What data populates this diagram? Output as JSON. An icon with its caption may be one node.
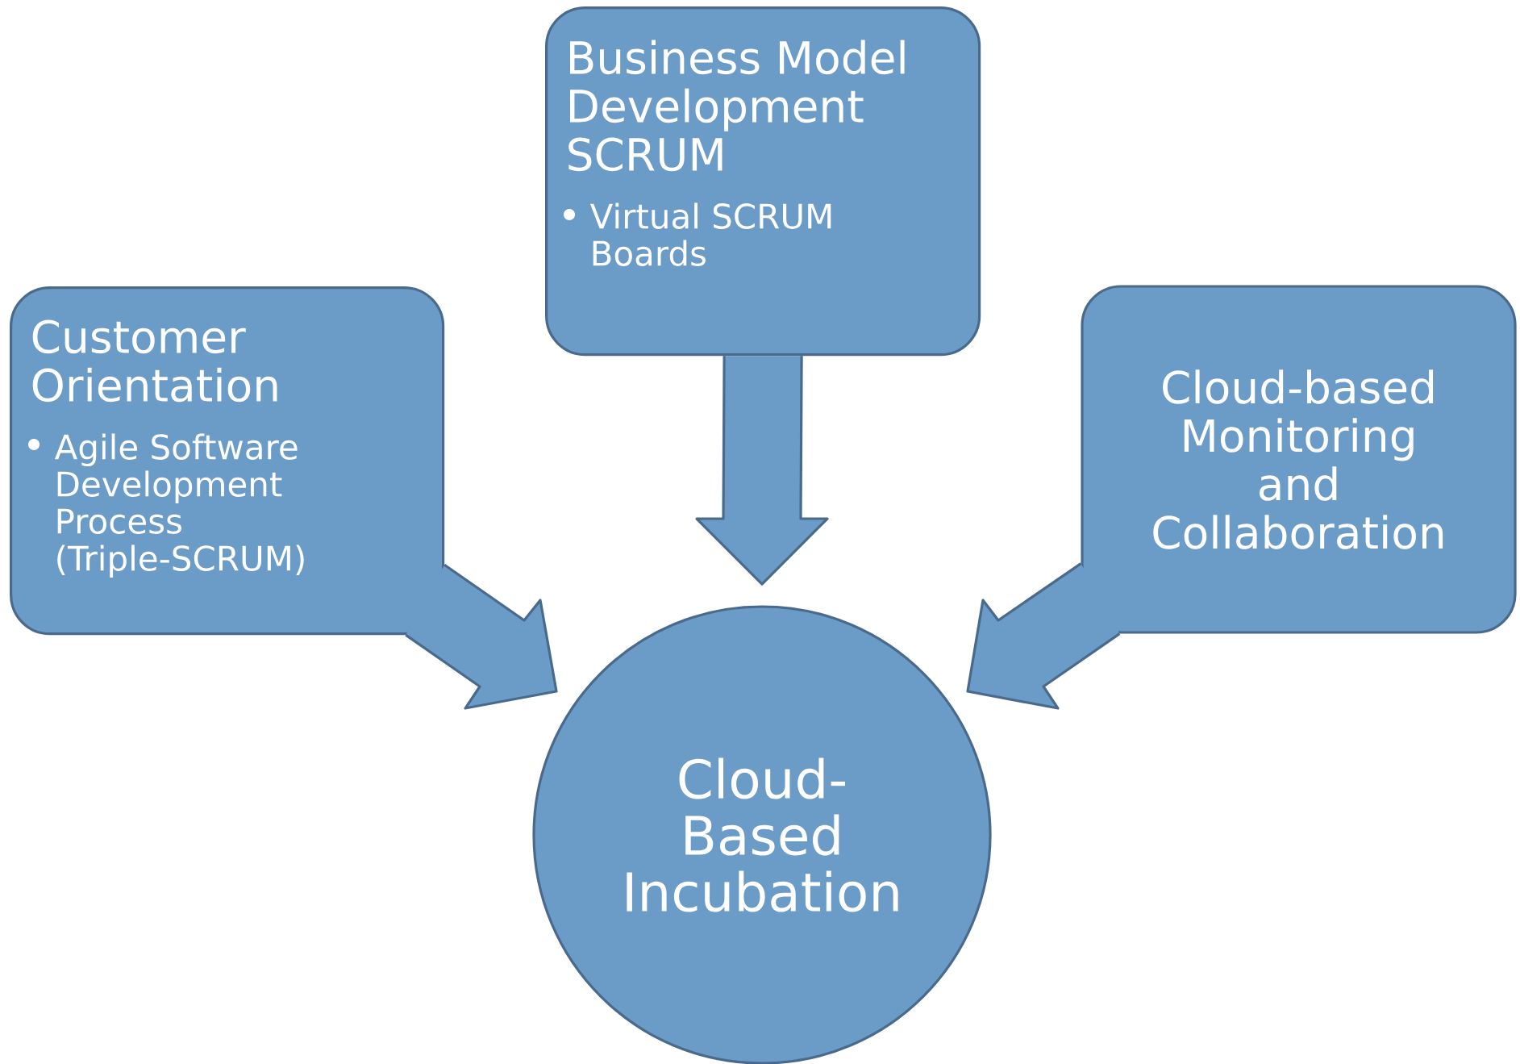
{
  "diagram": {
    "nodes": [
      {
        "text": [
          "Customer Orientation",
          "Agile Software Development Process (Triple-SCRUM)"
        ]
      },
      {
        "text": [
          "Business Model Development SCRUM",
          "Virtual SCRUM Boards"
        ]
      },
      {
        "text": [
          "Cloud-based Monitoring and Collaboration"
        ]
      },
      {
        "text": [
          "Cloud-Based Incubation"
        ]
      }
    ],
    "edges": [
      {
        "from": 0,
        "to": 3,
        "arrow": "to"
      },
      {
        "from": 1,
        "to": 3,
        "arrow": "to"
      },
      {
        "from": 2,
        "to": 3,
        "arrow": "to"
      }
    ]
  }
}
